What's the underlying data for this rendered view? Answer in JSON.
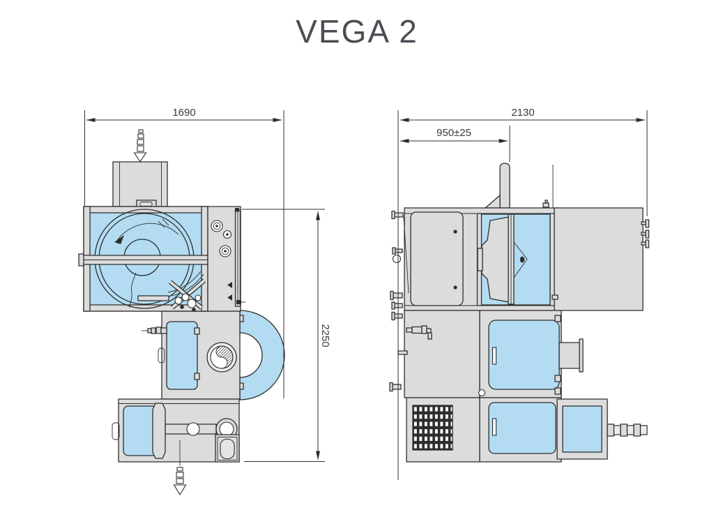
{
  "title": "VEGA 2",
  "dimensions": {
    "front_width": "1690",
    "front_height": "2250",
    "side_width": "2130",
    "side_drum_offset": "950±25"
  },
  "colors": {
    "gray": "#dcdcdc",
    "gray2": "#ececec",
    "blue": "#b3dcf2",
    "line": "#2d2d2d",
    "dimtext": "#3a3a3a",
    "titlecolor": "#4c4c55",
    "bg": "#ffffff"
  }
}
